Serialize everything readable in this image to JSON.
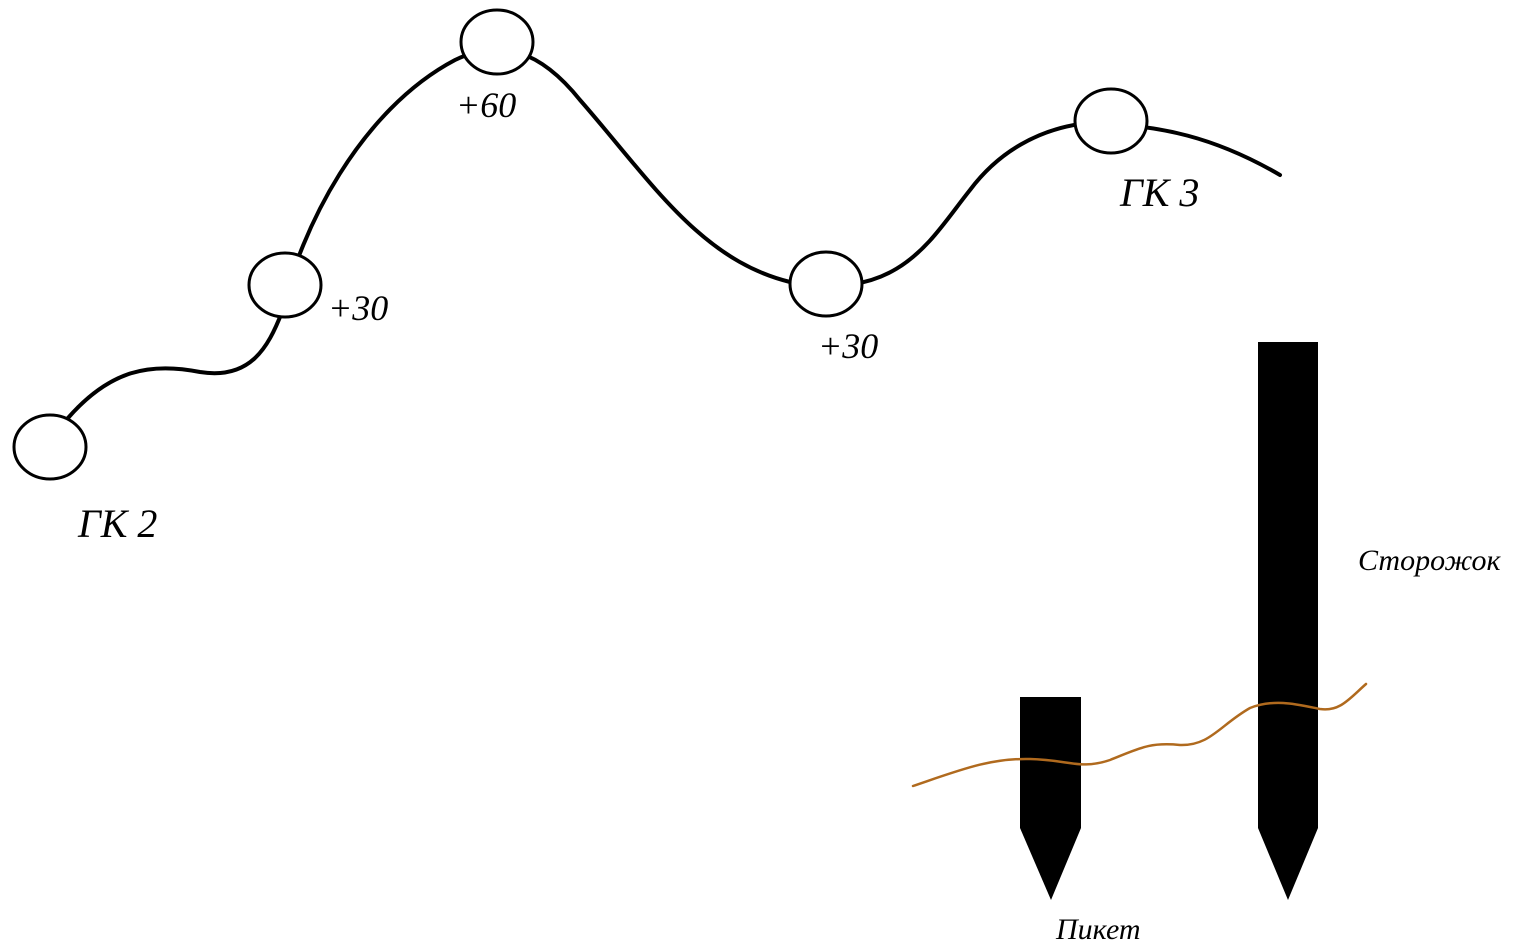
{
  "route": {
    "stations": [
      {
        "id": "gk2",
        "label": "ГК 2"
      },
      {
        "id": "p30a",
        "label": "+30"
      },
      {
        "id": "p60",
        "label": "+60"
      },
      {
        "id": "p30b",
        "label": "+30"
      },
      {
        "id": "gk3",
        "label": "ГК 3"
      }
    ]
  },
  "legend": {
    "watcher_label": "Сторожок",
    "picket_label": "Пикет"
  },
  "colors": {
    "line": "#000000",
    "ground": "#b06a1e",
    "stake": "#000000"
  }
}
